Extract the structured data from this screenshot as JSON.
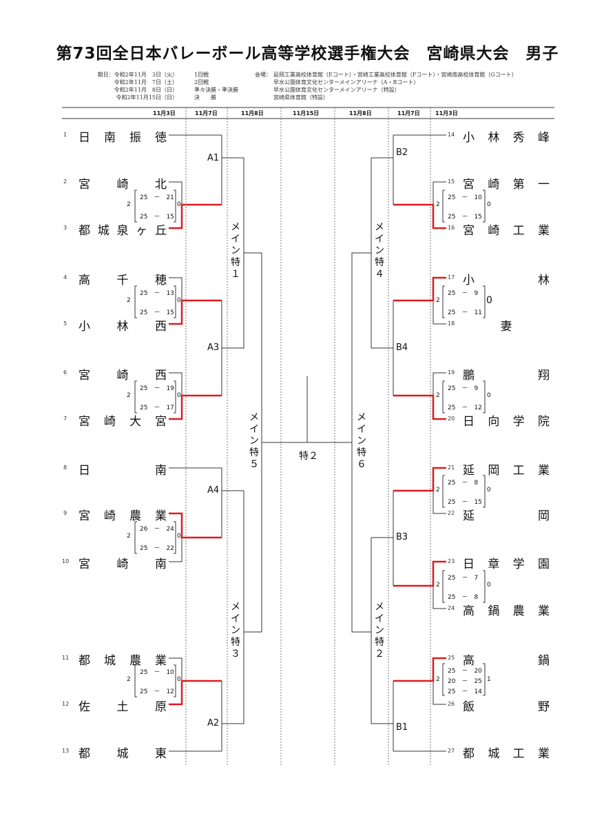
{
  "title": "第73回全日本バレーボール高等学校選手権大会　宮崎県大会　男子",
  "schedule": {
    "dates": [
      "期日：令和2年11月　3日（火）",
      "令和2年11月　7日（土）",
      "令和2年11月　8日（日）",
      "令和2年11月15日（日）"
    ],
    "rounds": [
      "1回戦",
      "2回戦",
      "準々決勝・準決勝",
      "決　　勝"
    ],
    "venue_label": "会場：",
    "venues": [
      "延岡工業高校体育館（Eコート）・宮崎工業高校体育館（Fコート）・宮崎南高校体育館（Gコート）",
      "早水公園体育文化センターメインアリーナ（A・Bコート）",
      "早水公園体育文化センターメインアリーナ（特設）",
      "宮崎県体育館（特設）"
    ]
  },
  "column_dates": [
    "11月3日",
    "11月7日",
    "11月8日",
    "11月15日",
    "11月8日",
    "11月7日",
    "11月3日"
  ],
  "left_teams": [
    {
      "num": "1",
      "name": "日南振徳"
    },
    {
      "num": "2",
      "name": "宮崎北"
    },
    {
      "num": "3",
      "name": "都城泉ヶ丘"
    },
    {
      "num": "4",
      "name": "高千穂"
    },
    {
      "num": "5",
      "name": "小林西"
    },
    {
      "num": "6",
      "name": "宮崎西"
    },
    {
      "num": "7",
      "name": "宮崎大宮"
    },
    {
      "num": "8",
      "name": "日南"
    },
    {
      "num": "9",
      "name": "宮崎農業"
    },
    {
      "num": "10",
      "name": "宮崎南"
    },
    {
      "num": "11",
      "name": "都城農業"
    },
    {
      "num": "12",
      "name": "佐土原"
    },
    {
      "num": "13",
      "name": "都城東"
    }
  ],
  "right_teams": [
    {
      "num": "14",
      "name": "小林秀峰"
    },
    {
      "num": "15",
      "name": "宮崎第一"
    },
    {
      "num": "16",
      "name": "宮崎工業"
    },
    {
      "num": "17",
      "name": "小林"
    },
    {
      "num": "18",
      "name": "妻"
    },
    {
      "num": "19",
      "name": "鵬翔"
    },
    {
      "num": "20",
      "name": "日向学院"
    },
    {
      "num": "21",
      "name": "延岡工業"
    },
    {
      "num": "22",
      "name": "延岡"
    },
    {
      "num": "23",
      "name": "日章学園"
    },
    {
      "num": "24",
      "name": "高鍋農業"
    },
    {
      "num": "25",
      "name": "高鍋"
    },
    {
      "num": "26",
      "name": "飯野"
    },
    {
      "num": "27",
      "name": "都城工業"
    }
  ],
  "left_scores": [
    {
      "sets": [
        "25　－　21",
        "25　－　15"
      ],
      "win": "2",
      "lose": "0"
    },
    {
      "sets": [
        "25　－　13",
        "25　－　15"
      ],
      "win": "2",
      "lose": "0"
    },
    {
      "sets": [
        "25　－　19",
        "25　－　17"
      ],
      "win": "2",
      "lose": "0"
    },
    {
      "sets": [
        "26　－　24",
        "25　－　22"
      ],
      "win": "2",
      "lose": "0"
    },
    {
      "sets": [
        "25　－　10",
        "25　－　12"
      ],
      "win": "2",
      "lose": "0"
    }
  ],
  "right_scores": [
    {
      "sets": [
        "25　－　10",
        "25　－　15"
      ],
      "win": "2",
      "lose": "0"
    },
    {
      "sets": [
        "25　－　9",
        "25　－　11"
      ],
      "win": "2",
      "lose": "0"
    },
    {
      "sets": [
        "25　－　9",
        "25　－　12"
      ],
      "win": "2",
      "lose": "0"
    },
    {
      "sets": [
        "25　－　8",
        "25　－　15"
      ],
      "win": "2",
      "lose": "0"
    },
    {
      "sets": [
        "25　－　7",
        "25　－　8"
      ],
      "win": "2",
      "lose": "0"
    },
    {
      "sets": [
        "25　－　20",
        "20　－　25",
        "25　－　14"
      ],
      "win": "2",
      "lose": "1"
    }
  ],
  "match_labels": {
    "a1": "A1",
    "a3": "A3",
    "a4": "A4",
    "a2": "A2",
    "b2": "B2",
    "b4": "B4",
    "b3": "B3",
    "b1": "B1",
    "final": "特２"
  },
  "vertical_labels": {
    "m1": "メイン特１",
    "m5": "メイン特５",
    "m3": "メイン特３",
    "m4": "メイン特４",
    "m6": "メイン特６",
    "m2": "メイン特２"
  },
  "colors": {
    "winner_line": "#e0191e",
    "line": "#333333",
    "divider": "#777777"
  }
}
